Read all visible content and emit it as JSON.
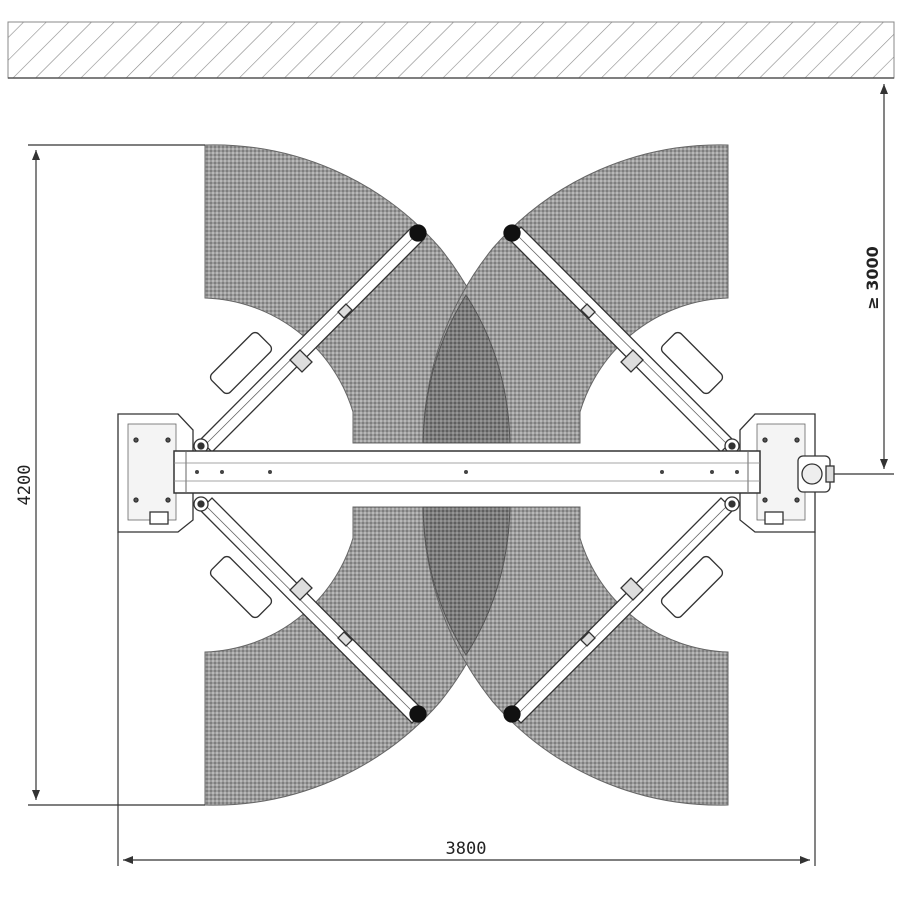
{
  "dimensions": {
    "total_depth": "4200",
    "total_width": "3800",
    "wall_clearance_label": "≥ 3000"
  },
  "colors": {
    "swing_area": "#9a9a9a",
    "line": "#333333",
    "wall_hatch": "#777777"
  }
}
